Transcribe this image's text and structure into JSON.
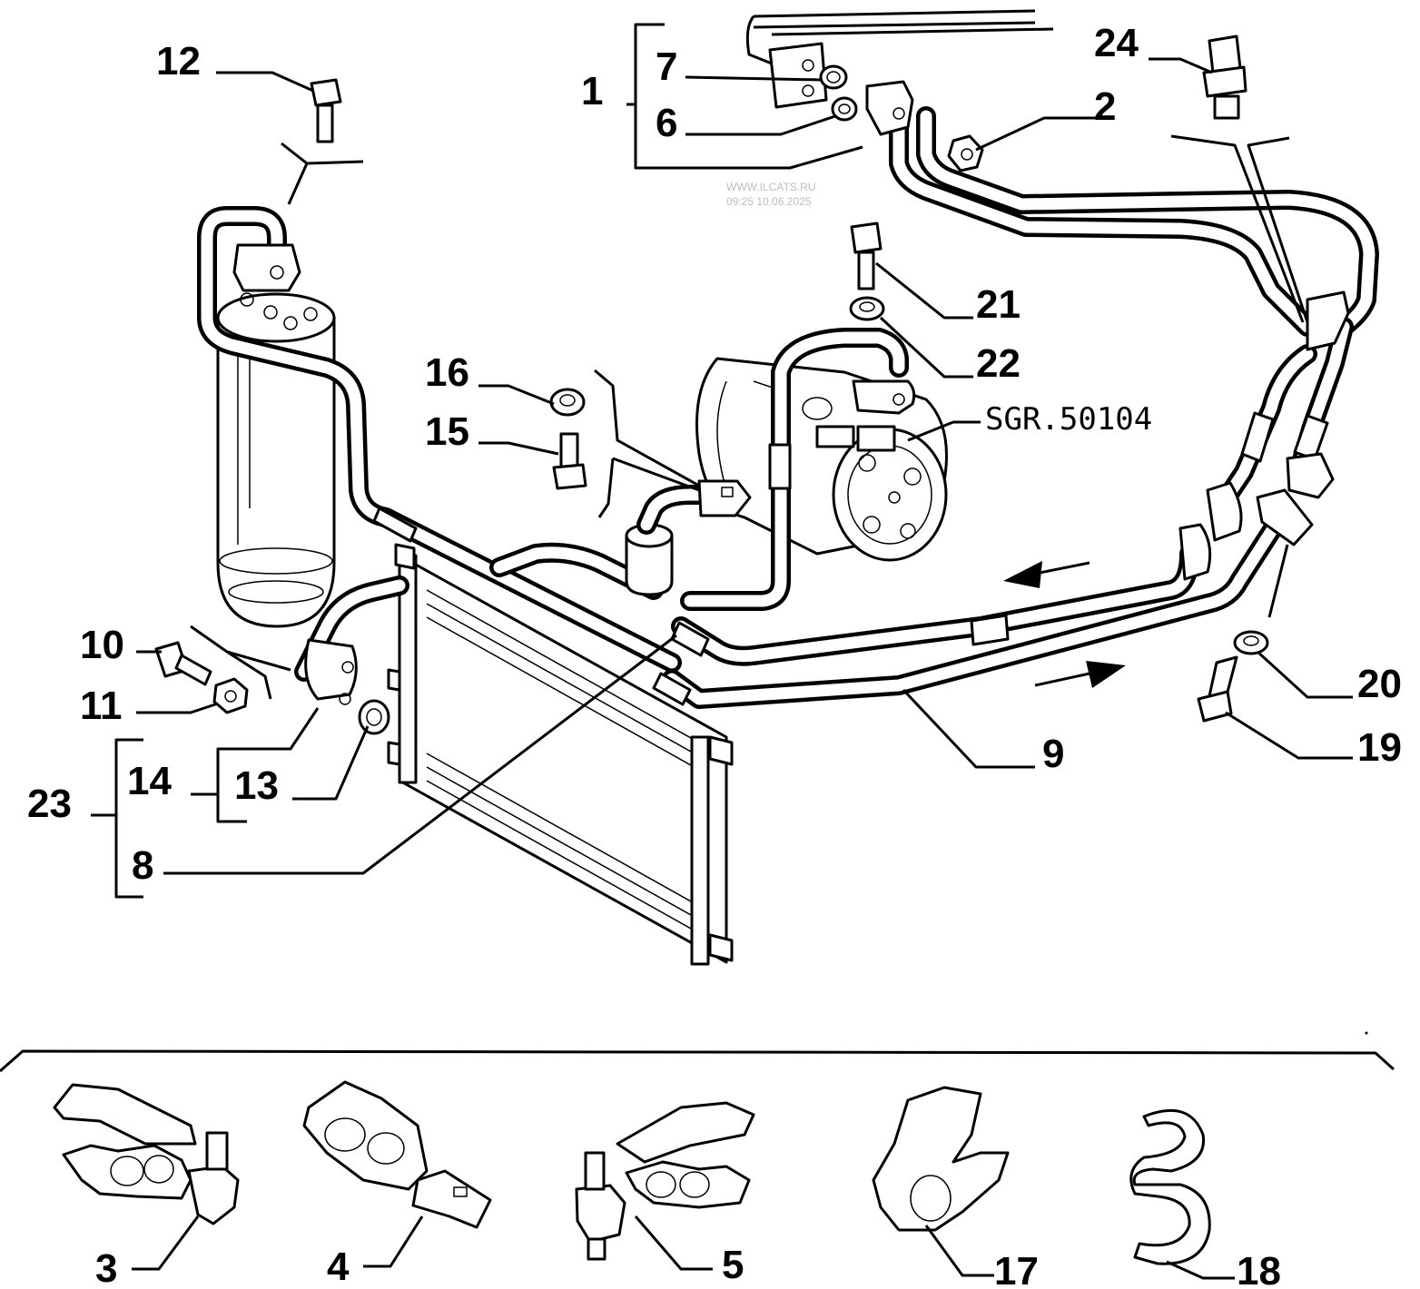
{
  "watermark": {
    "line1": "WWW.ILCATS.RU",
    "line2": "09:25 10.06.2025"
  },
  "reference_label": "SGR.50104",
  "callouts": {
    "c1": "1",
    "c2": "2",
    "c3": "3",
    "c4": "4",
    "c5": "5",
    "c6": "6",
    "c7": "7",
    "c8": "8",
    "c9": "9",
    "c10": "10",
    "c11": "11",
    "c12": "12",
    "c13": "13",
    "c14": "14",
    "c15": "15",
    "c16": "16",
    "c17": "17",
    "c18": "18",
    "c19": "19",
    "c20": "20",
    "c21": "21",
    "c22": "22",
    "c23": "23",
    "c24": "24"
  }
}
